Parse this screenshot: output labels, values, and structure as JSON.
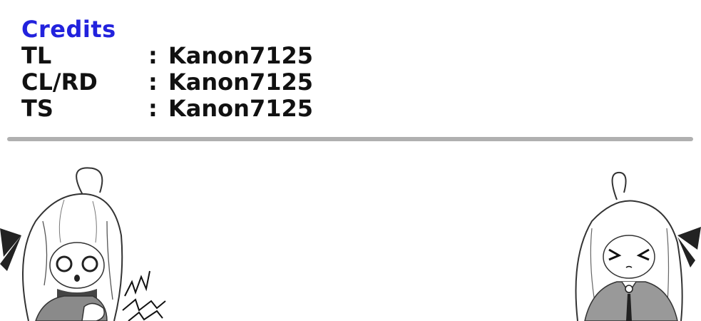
{
  "credits": {
    "title": "Credits",
    "rows": [
      {
        "role": "TL",
        "sep": ":",
        "name": "Kanon7125"
      },
      {
        "role": "CL/RD",
        "sep": ":",
        "name": "Kanon7125"
      },
      {
        "role": "TS",
        "sep": ":",
        "name": "Kanon7125"
      }
    ]
  },
  "colors": {
    "title": "#2222dd",
    "divider": "#b0b0b0"
  }
}
